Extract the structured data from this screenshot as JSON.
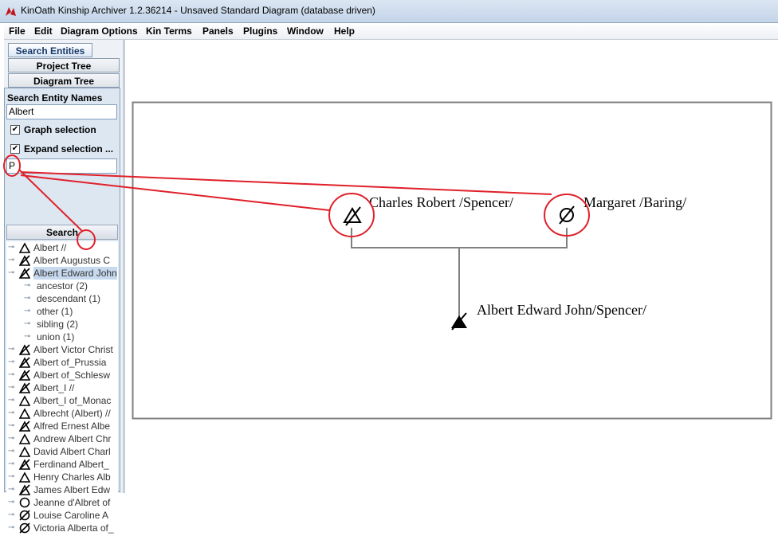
{
  "window": {
    "title": "KinOath Kinship Archiver 1.2.36214 - Unsaved Standard Diagram (database driven)"
  },
  "menu": [
    "File",
    "Edit",
    "Diagram Options",
    "Kin Terms",
    "Panels",
    "Plugins",
    "Window",
    "Help"
  ],
  "tabs": {
    "search": "Search Entities",
    "project": "Project Tree",
    "diagram": "Diagram Tree"
  },
  "search_panel": {
    "heading": "Search Entity Names",
    "query": "Albert",
    "graph_selection": {
      "label": "Graph selection",
      "checked": true
    },
    "expand_selection": {
      "label": "Expand selection ...",
      "checked": true
    },
    "filter": "P",
    "button": "Search"
  },
  "tree": [
    {
      "label": "Albert //",
      "symbol": "triangle"
    },
    {
      "label": "Albert Augustus C",
      "symbol": "triangle-deceased"
    },
    {
      "label": "Albert Edward John",
      "symbol": "triangle-deceased",
      "selected": true
    },
    {
      "label": "ancestor (2)",
      "symbol": "none"
    },
    {
      "label": "descendant (1)",
      "symbol": "none"
    },
    {
      "label": "other (1)",
      "symbol": "none"
    },
    {
      "label": "sibling (2)",
      "symbol": "none"
    },
    {
      "label": "union (1)",
      "symbol": "none"
    },
    {
      "label": "Albert Victor Christ",
      "symbol": "triangle-deceased"
    },
    {
      "label": "Albert of_Prussia",
      "symbol": "triangle-deceased"
    },
    {
      "label": "Albert of_Schlesw",
      "symbol": "triangle-deceased"
    },
    {
      "label": "Albert_I //",
      "symbol": "triangle-deceased"
    },
    {
      "label": "Albert_I of_Monac",
      "symbol": "triangle"
    },
    {
      "label": "Albrecht (Albert) //",
      "symbol": "triangle"
    },
    {
      "label": "Alfred Ernest Albe",
      "symbol": "triangle-deceased"
    },
    {
      "label": "Andrew Albert Chr",
      "symbol": "triangle"
    },
    {
      "label": "David Albert Charl",
      "symbol": "triangle"
    },
    {
      "label": "Ferdinand Albert_",
      "symbol": "triangle-deceased"
    },
    {
      "label": "Henry Charles Alb",
      "symbol": "triangle"
    },
    {
      "label": "James Albert Edw",
      "symbol": "triangle-deceased"
    },
    {
      "label": "Jeanne d'Albret of",
      "symbol": "circle"
    },
    {
      "label": "Louise Caroline A",
      "symbol": "circle-deceased"
    },
    {
      "label": "Victoria Alberta of_",
      "symbol": "circle-deceased"
    }
  ],
  "diagram": {
    "father": {
      "name": "Charles Robert /Spencer/",
      "symbol": "triangle-deceased"
    },
    "mother": {
      "name": "Margaret /Baring/",
      "symbol": "circle-deceased"
    },
    "child": {
      "name": "Albert Edward John/Spencer/",
      "symbol": "triangle-filled"
    }
  },
  "colors": {
    "annotation": "#e0202a",
    "frame": "#808080",
    "panel": "#dde7f2"
  }
}
